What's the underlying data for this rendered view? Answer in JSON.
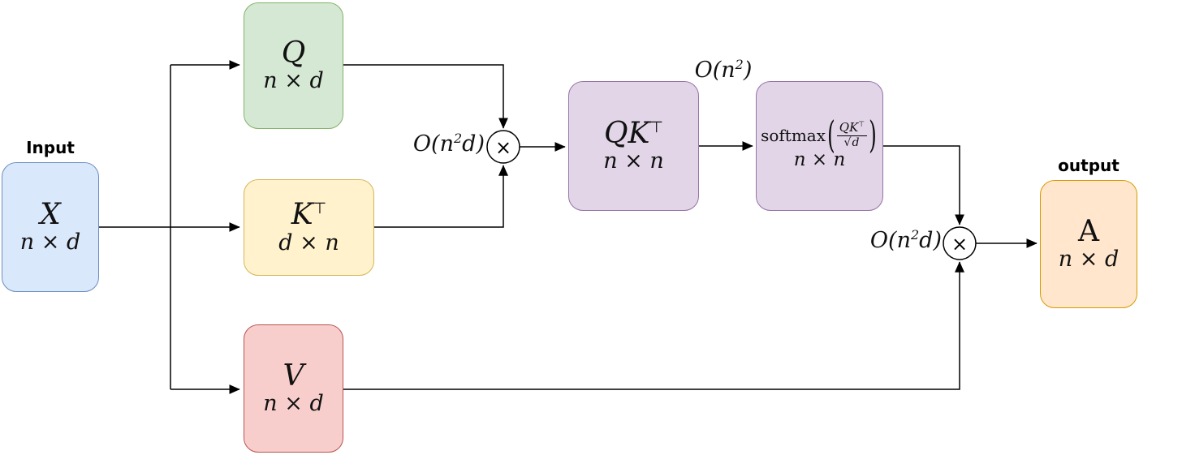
{
  "colors": {
    "input_fill": "#dae8fc",
    "input_border": "#6c8ebf",
    "query_fill": "#d5e8d4",
    "query_border": "#82b366",
    "key_fill": "#fff2cc",
    "key_border": "#d6b656",
    "value_fill": "#f8cecc",
    "value_border": "#b85450",
    "purple_fill": "#e1d5e7",
    "purple_border": "#9673a6",
    "output_fill": "#ffe6cc",
    "output_border": "#d79b00",
    "line": "#000000"
  },
  "boxes": {
    "input": {
      "caption": "Input",
      "symbol": "X",
      "dims": "n × d"
    },
    "query": {
      "symbol": "Q",
      "dims": "n × d"
    },
    "key": {
      "symbol_base": "K",
      "symbol_sup": "⊤",
      "dims": "d × n"
    },
    "value": {
      "symbol": "V",
      "dims": "n × d"
    },
    "scores": {
      "symbol_base": "QK",
      "symbol_sup": "⊤",
      "dims": "n × n"
    },
    "softmax": {
      "func": "softmax",
      "paren_open": "(",
      "num_base": "QK",
      "num_sup": "⊤",
      "den_radical": "√",
      "den_arg": "d",
      "paren_close": ")",
      "dims": "n × n"
    },
    "output": {
      "caption": "output",
      "symbol": "A",
      "dims": "n × d"
    }
  },
  "operators": {
    "matmul1": {
      "symbol": "×",
      "complexity_pre": "O(n",
      "complexity_sup": "2",
      "complexity_post": "d)"
    },
    "matmul2": {
      "symbol": "×",
      "complexity_pre": "O(n",
      "complexity_sup": "2",
      "complexity_post": "d)"
    },
    "scores_complexity": {
      "pre": "O(n",
      "sup": "2",
      "post": ")"
    }
  }
}
